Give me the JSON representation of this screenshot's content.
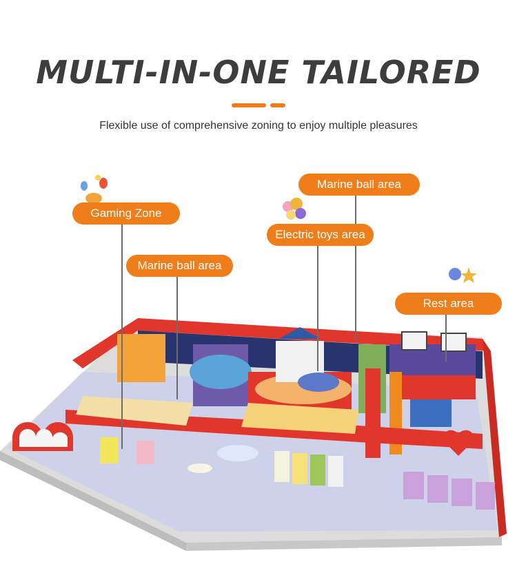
{
  "header": {
    "title": "MULTI-IN-ONE TAILORED",
    "subtitle": "Flexible use of comprehensive zoning to enjoy multiple pleasures"
  },
  "labels": {
    "gaming_zone": "Gaming Zone",
    "marine_ball_left": "Marine ball area",
    "electric_toys": "Electric toys area",
    "marine_ball_top": "Marine ball area",
    "rest_area": "Rest area"
  },
  "colors": {
    "accent": "#ef7d1a",
    "title": "#3d3d3d",
    "wall_red": "#e0362b",
    "floor": "#cfd3ea",
    "base": "#d9d9d9"
  },
  "icons": [
    "balloon-dog-icon",
    "balloons-icon",
    "balloon-star-icon"
  ]
}
